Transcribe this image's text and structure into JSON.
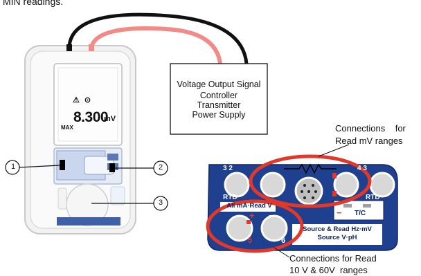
{
  "header_fragment": "MIN readings.",
  "device": {
    "icons_row": "⚠ ⊙",
    "reading_value": "8.300",
    "reading_unit": "mV",
    "reading_mode": "MAX"
  },
  "external_box": {
    "line1": "Voltage Output Signal",
    "line2": "Controller",
    "line3": "Transmitter",
    "line4": "Power Supply"
  },
  "callouts": {
    "c1": "1",
    "c2": "2",
    "c3": "3"
  },
  "terminal_panel": {
    "top_left_nums": "3 2",
    "top_left_sub": "RTD",
    "top_right_nums": "4 3",
    "top_right_sub": "RTD",
    "left_section": "All mA·Read V",
    "tc_label": "T/C",
    "bottom_text_1": "Source & Read Hz·mV",
    "bottom_text_2": "Source V·pH",
    "num_5": "5",
    "num_6": "6",
    "plus": "+",
    "minus": "−"
  },
  "labels": {
    "read_mv_line1": "Connections    for",
    "read_mv_line2": "Read mV ranges",
    "read_v_line1": "Connections for Read",
    "read_v_line2": "10 V & 60V  ranges"
  },
  "colors": {
    "panel_blue": "#1f3f8f",
    "highlight_red": "#e0392b",
    "pink_lead": "#f28b87",
    "black_lead": "#111111"
  }
}
